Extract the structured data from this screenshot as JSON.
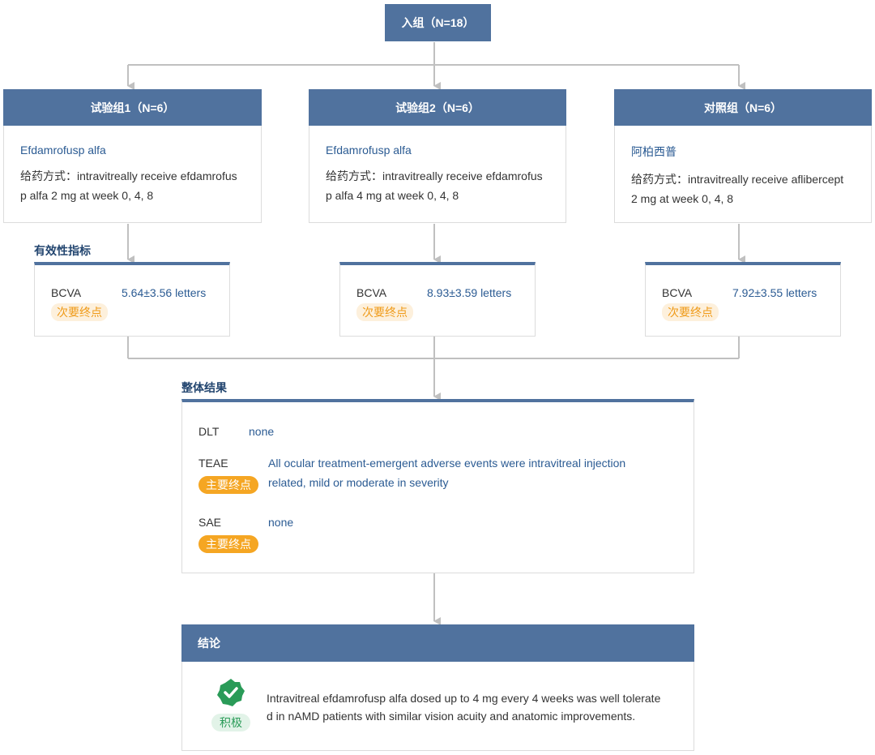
{
  "enrollment": {
    "label": "入组（N=18）"
  },
  "arms": [
    {
      "title": "试验组1（N=6）",
      "drug": "Efdamrofusp alfa",
      "regimen_line1": "给药方式：intravitreally receive efdamrofus",
      "regimen_line2": "p alfa 2 mg at week 0, 4, 8"
    },
    {
      "title": "试验组2（N=6）",
      "drug": "Efdamrofusp alfa",
      "regimen_line1": "给药方式：intravitreally receive efdamrofus",
      "regimen_line2": "p alfa 4 mg at week 0, 4, 8"
    },
    {
      "title": "对照组（N=6）",
      "drug": "阿柏西普",
      "regimen_line1": "给药方式：intravitreally receive aflibercept",
      "regimen_line2": "2 mg at week 0, 4, 8"
    }
  ],
  "efficacy": {
    "title": "有效性指标",
    "items": [
      {
        "label": "BCVA",
        "value": "5.64±3.56 letters",
        "tag": "次要终点"
      },
      {
        "label": "BCVA",
        "value": "8.93±3.59 letters",
        "tag": "次要终点"
      },
      {
        "label": "BCVA",
        "value": "7.92±3.55 letters",
        "tag": "次要终点"
      }
    ]
  },
  "overall": {
    "title": "整体结果",
    "dlt": {
      "label": "DLT",
      "value": "none"
    },
    "teae": {
      "label": "TEAE",
      "value_line1": "All ocular treatment-emergent adverse events were intravitreal injection",
      "value_line2": "related, mild or moderate in severity",
      "tag": "主要终点"
    },
    "sae": {
      "label": "SAE",
      "value": "none",
      "tag": "主要终点"
    }
  },
  "conclusion": {
    "title": "结论",
    "badge": "积极",
    "icon": "check-badge-icon",
    "text_line1": "Intravitreal efdamrofusp alfa dosed up to 4 mg every 4 weeks was well tolerate",
    "text_line2": "d in nAMD patients with similar vision acuity and anatomic improvements."
  },
  "colors": {
    "header": "#50729e",
    "link_text": "#2b5b93",
    "secondary_tag": "#ef9a18",
    "primary_tag": "#f5a623",
    "positive": "#2a9b58",
    "connector": "#c0c0c0"
  }
}
